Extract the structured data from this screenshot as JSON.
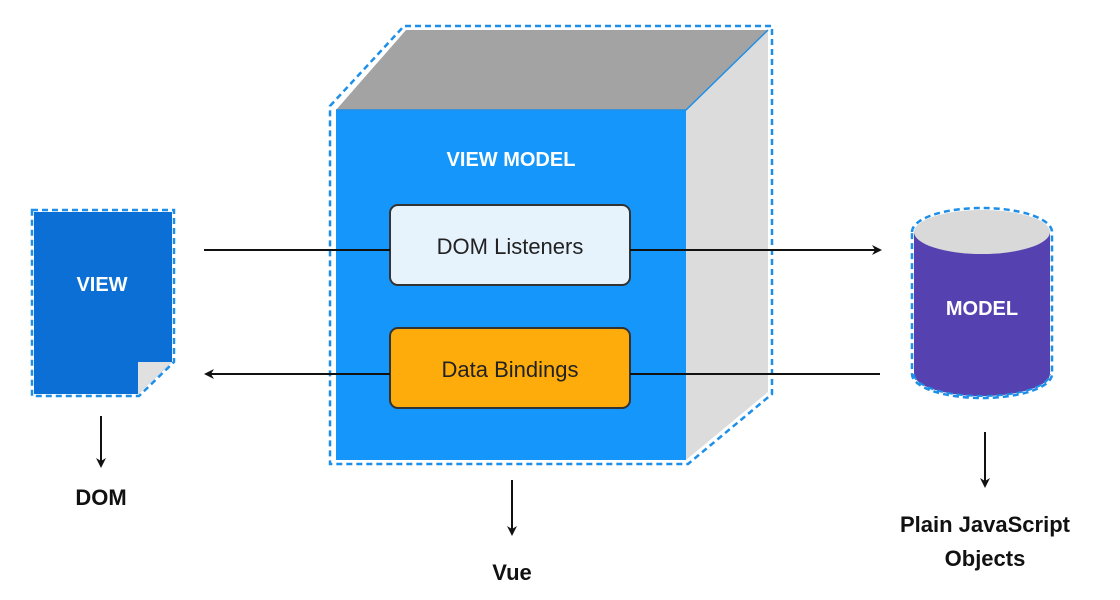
{
  "view": {
    "label": "VIEW",
    "caption": "DOM",
    "color": "#0b6fd6"
  },
  "view_model": {
    "label": "VIEW MODEL",
    "caption": "Vue",
    "front_color": "#1596fb",
    "top_color": "#a3a3a3",
    "side_color": "#dcdcdc",
    "dom_listeners": {
      "label": "DOM Listeners",
      "color": "#e6f3fd"
    },
    "data_bindings": {
      "label": "Data Bindings",
      "color": "#fdac0b"
    }
  },
  "model": {
    "label": "MODEL",
    "caption_line1": "Plain JavaScript",
    "caption_line2": "Objects",
    "body_color": "#5542b0",
    "top_color": "#d9d9d9"
  },
  "dashed_outline_color": "#1e8fe8"
}
